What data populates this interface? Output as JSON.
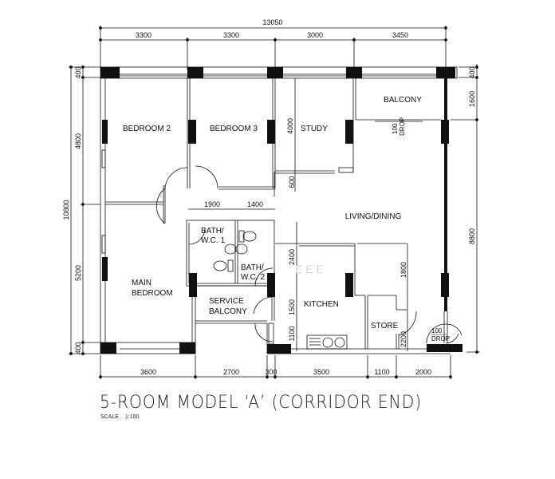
{
  "title": "5-ROOM MODEL ‘A’ (CORRIDOR END)",
  "scale": {
    "label": "SCALE",
    "value": "1:100"
  },
  "dimensions": {
    "top_total": "13050",
    "top_segments": [
      "3300",
      "3300",
      "3000",
      "3450"
    ],
    "bottom_segments": [
      "3600",
      "2700",
      "300",
      "3500",
      "1100",
      "2000"
    ],
    "left_total": "10800",
    "left_segments": [
      "400",
      "4800",
      "5200",
      "400"
    ],
    "right_segments": [
      "400",
      "1600",
      "8800"
    ],
    "bath_widths": [
      "1900",
      "1400"
    ],
    "study_depth": "4000",
    "study_offset": "600",
    "kitchen_heights": [
      "2400",
      "1500",
      "1100"
    ],
    "store_heights": [
      "1800",
      "2200"
    ]
  },
  "rooms": {
    "bedroom2": "BEDROOM 2",
    "bedroom3": "BEDROOM 3",
    "study": "STUDY",
    "balcony": "BALCONY",
    "living_dining": "LIVING/DINING",
    "bath1_l1": "BATH/",
    "bath1_l2": "W.C. 1",
    "bath2_l1": "BATH/",
    "bath2_l2": "W.C. 2",
    "main_bedroom_l1": "MAIN",
    "main_bedroom_l2": "BEDROOM",
    "service_balcony_l1": "SERVICE",
    "service_balcony_l2": "BALCONY",
    "kitchen": "KITCHEN",
    "store": "STORE"
  },
  "annotations": {
    "drop_balcony_num": "100",
    "drop_balcony_text": "DROP",
    "drop_entry_num": "100",
    "drop_entry_text": "DROP",
    "watermark": "E   E   E"
  }
}
